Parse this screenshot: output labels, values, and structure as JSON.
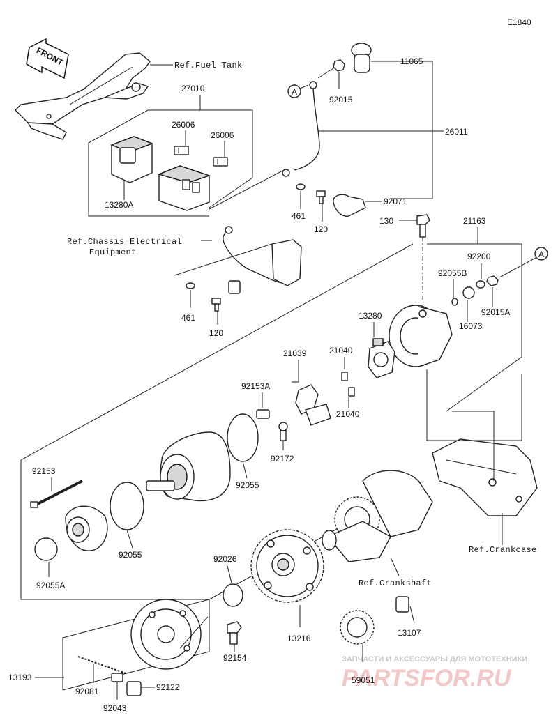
{
  "diagram_code": "E1840",
  "front_label": "FRONT",
  "refs": {
    "fuel_tank": "Ref.Fuel Tank",
    "chassis_electrical_1": "Ref.Chassis Electrical",
    "chassis_electrical_2": "Equipment",
    "crankcase": "Ref.Crankcase",
    "crankshaft": "Ref.Crankshaft"
  },
  "callout_letter": "A",
  "parts": {
    "p11065": "11065",
    "p27010": "27010",
    "p92015": "92015",
    "p26006a": "26006",
    "p26006b": "26006",
    "p26011": "26011",
    "p13280A": "13280A",
    "p461a": "461",
    "p120a": "120",
    "p92071": "92071",
    "p130": "130",
    "p21163": "21163",
    "p92200": "92200",
    "p92055B": "92055B",
    "p461b": "461",
    "p120b": "120",
    "p13280": "13280",
    "p16073": "16073",
    "p92015A": "92015A",
    "p21039": "21039",
    "p21040a": "21040",
    "p92153A": "92153A",
    "p21040b": "21040",
    "p92172": "92172",
    "p92153": "92153",
    "p92055a": "92055",
    "p92055b": "92055",
    "p92055A": "92055A",
    "p92026": "92026",
    "p13216": "13216",
    "p13107": "13107",
    "p13193": "13193",
    "p92154": "92154",
    "p92081": "92081",
    "p92122": "92122",
    "p92043": "92043",
    "p59051": "59051"
  },
  "watermark": {
    "line1": "ЗАПЧАСТИ И АКСЕССУАРЫ ДЛЯ МОТОТЕХНИКИ",
    "line2": "PARTSFOR.RU"
  }
}
